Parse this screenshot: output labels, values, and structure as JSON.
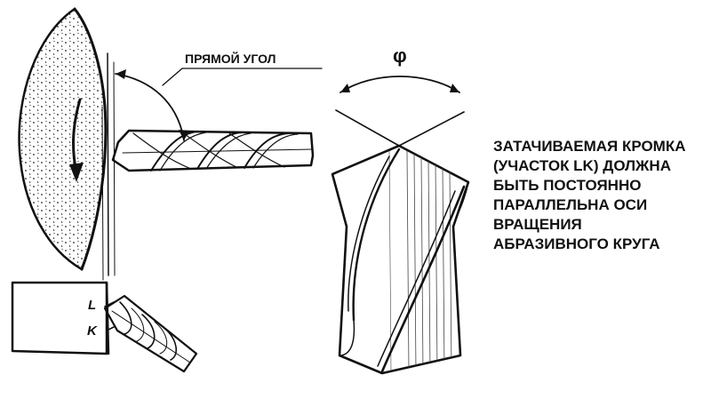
{
  "labels": {
    "right_angle": "ПРЯМОЙ УГОЛ",
    "phi": "φ",
    "point_l": "L",
    "point_k": "K"
  },
  "note": {
    "lines": [
      "ЗАТАЧИВАЕМАЯ КРОМКА",
      "(УЧАСТОК LK) ДОЛЖНА",
      "БЫТЬ ПОСТОЯННО",
      "ПАРАЛЛЕЛЬНА ОСИ",
      "ВРАЩЕНИЯ",
      "АБРАЗИВНОГО КРУГА"
    ]
  },
  "icons": {
    "rotation": "down-arrow-icon"
  }
}
